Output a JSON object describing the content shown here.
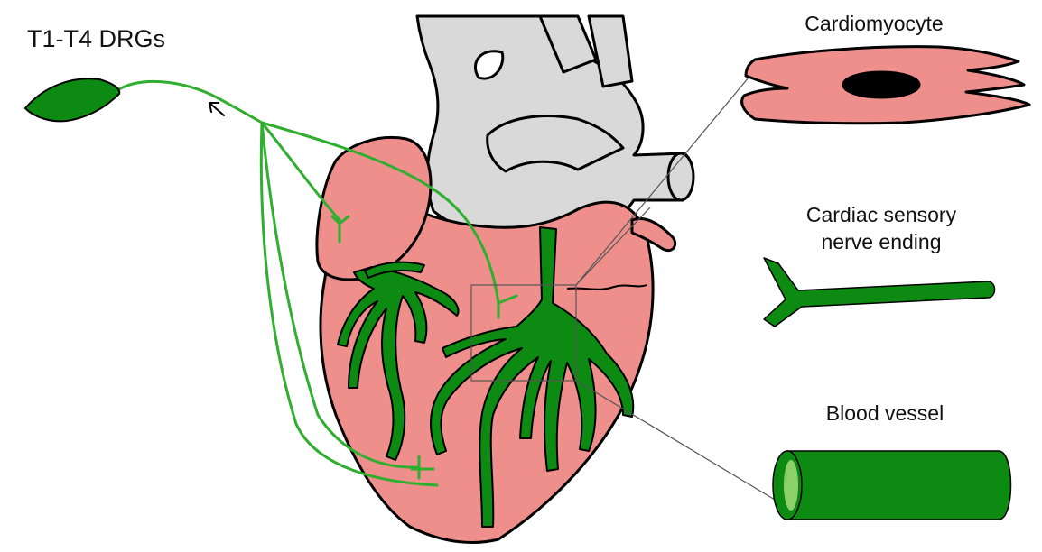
{
  "labels": {
    "drg": "T1-T4 DRGs",
    "cardiomyocyte": "Cardiomyocyte",
    "nerve_line1": "Cardiac sensory",
    "nerve_line2": "nerve ending",
    "vessel": "Blood vessel"
  },
  "colors": {
    "heart_fill": "#ef8f8c",
    "vessel_fill": "#d9d9d9",
    "green_dark": "#0c8a12",
    "green_line": "#2fae2f",
    "nucleus": "#000000",
    "outline": "#000000"
  }
}
